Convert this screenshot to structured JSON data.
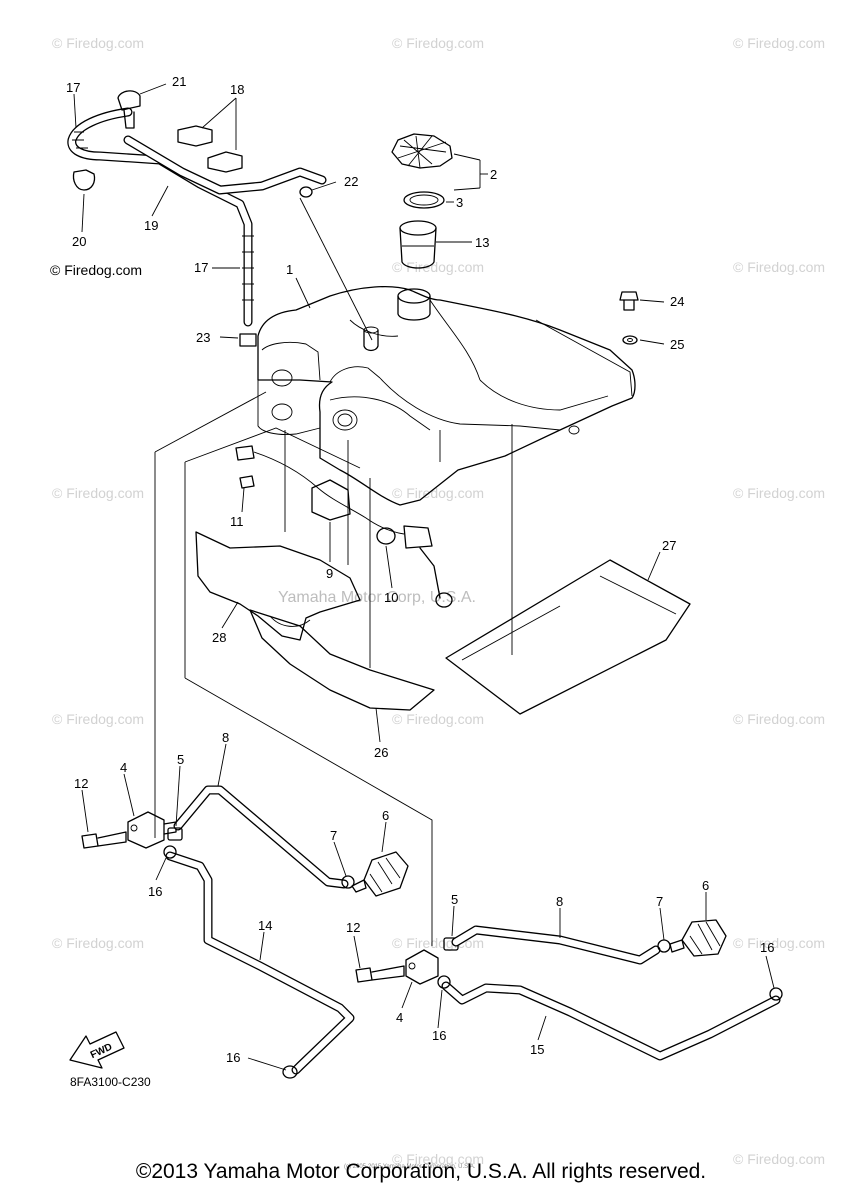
{
  "callouts": {
    "c1": "1",
    "c2": "2",
    "c3": "3",
    "c4a": "4",
    "c4b": "4",
    "c5a": "5",
    "c5b": "5",
    "c6a": "6",
    "c6b": "6",
    "c7a": "7",
    "c7b": "7",
    "c8a": "8",
    "c8b": "8",
    "c9": "9",
    "c10": "10",
    "c11": "11",
    "c12a": "12",
    "c12b": "12",
    "c13": "13",
    "c14": "14",
    "c15": "15",
    "c16a": "16",
    "c16b": "16",
    "c16c": "16",
    "c16d": "16",
    "c17a": "17",
    "c17b": "17",
    "c18": "18",
    "c19": "19",
    "c20": "20",
    "c21": "21",
    "c22": "22",
    "c23": "23",
    "c24": "24",
    "c25": "25",
    "c26": "26",
    "c27": "27",
    "c28": "28"
  },
  "watermark": "© Firedog.com",
  "firedog_label": "© Firedog.com",
  "center_watermark": "Yamaha Motor Corp, U.S.A.",
  "fwd_label": "FWD",
  "diagram_code": "8FA3100-C230",
  "tiny_footer": "(c) 2005-2015 Yamaha Motor Corporation, U.S.A.",
  "copyright": "©2013 Yamaha Motor Corporation, U.S.A. All rights reserved."
}
